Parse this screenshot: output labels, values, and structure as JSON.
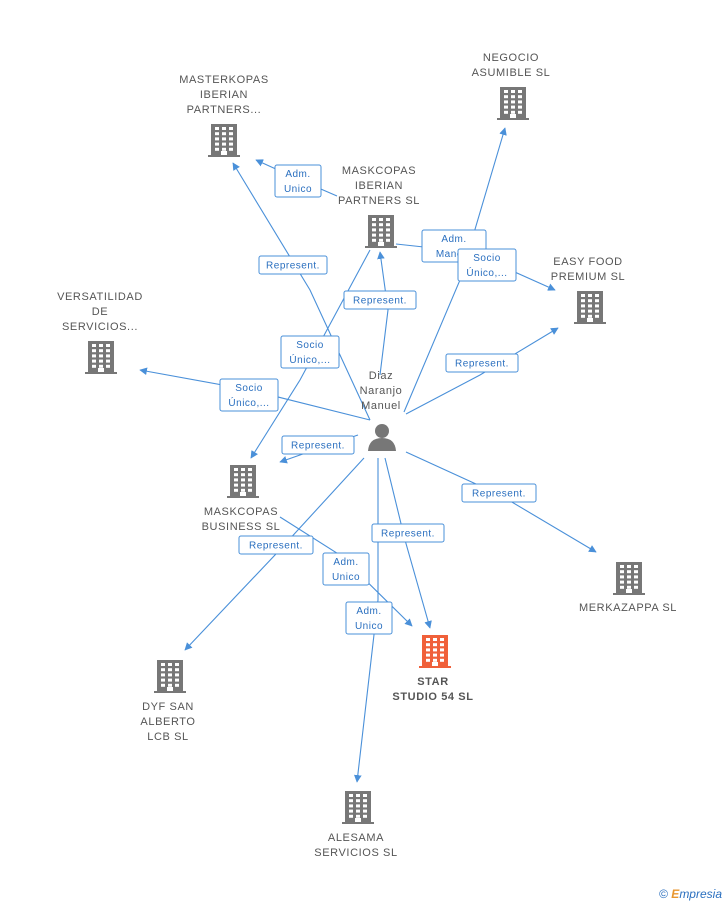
{
  "colors": {
    "edge": "#4a90d9",
    "building": "#777777",
    "highlight": "#f0603a",
    "person": "#777777",
    "brand": "#e8962f"
  },
  "person": {
    "lines": [
      "Diaz",
      "Naranjo",
      "Manuel"
    ],
    "icon": "person-icon"
  },
  "companies": [
    {
      "id": "masterkopas",
      "lines": [
        "MASTERKOPAS",
        "IBERIAN",
        "PARTNERS..."
      ]
    },
    {
      "id": "negocio",
      "lines": [
        "NEGOCIO",
        "ASUMIBLE SL"
      ]
    },
    {
      "id": "maskcopas-iberian",
      "lines": [
        "MASKCOPAS",
        "IBERIAN",
        "PARTNERS SL"
      ]
    },
    {
      "id": "easyfood",
      "lines": [
        "EASY FOOD",
        "PREMIUM SL"
      ]
    },
    {
      "id": "versatilidad",
      "lines": [
        "VERSATILIDAD",
        "DE",
        "SERVICIOS..."
      ]
    },
    {
      "id": "maskcopas-business",
      "lines": [
        "MASKCOPAS",
        "BUSINESS SL"
      ]
    },
    {
      "id": "merkazappa",
      "lines": [
        "MERKAZAPPA SL"
      ]
    },
    {
      "id": "star",
      "lines": [
        "STAR",
        "STUDIO 54 SL"
      ],
      "highlight": true
    },
    {
      "id": "dyf",
      "lines": [
        "DYF SAN",
        "ALBERTO",
        "LCB SL"
      ]
    },
    {
      "id": "alesama",
      "lines": [
        "ALESAMA",
        "SERVICIOS SL"
      ]
    }
  ],
  "edge_labels": [
    {
      "id": "adm-masterkopas",
      "lines": [
        "Adm.",
        "Unico"
      ]
    },
    {
      "id": "rep-masterkopas",
      "lines": [
        "Represent."
      ]
    },
    {
      "id": "adm-negocio",
      "lines": [
        "Adm.",
        "Manc..."
      ]
    },
    {
      "id": "socio-easyfood",
      "lines": [
        "Socio",
        "Único,..."
      ]
    },
    {
      "id": "rep-maskcopas-iberian",
      "lines": [
        "Represent."
      ]
    },
    {
      "id": "rep-easyfood",
      "lines": [
        "Represent."
      ]
    },
    {
      "id": "socio-business",
      "lines": [
        "Socio",
        "Único,..."
      ]
    },
    {
      "id": "socio-versatilidad",
      "lines": [
        "Socio",
        "Único,..."
      ]
    },
    {
      "id": "rep-business",
      "lines": [
        "Represent."
      ]
    },
    {
      "id": "rep-merkazappa",
      "lines": [
        "Represent."
      ]
    },
    {
      "id": "rep-star",
      "lines": [
        "Represent."
      ]
    },
    {
      "id": "rep-dyf",
      "lines": [
        "Represent."
      ]
    },
    {
      "id": "adm-star-1",
      "lines": [
        "Adm.",
        "Unico"
      ]
    },
    {
      "id": "adm-star-2",
      "lines": [
        "Adm.",
        "Unico"
      ]
    }
  ],
  "footer": {
    "copyright_symbol": "©",
    "brand_initial": "E",
    "brand_rest": "mpresia"
  }
}
